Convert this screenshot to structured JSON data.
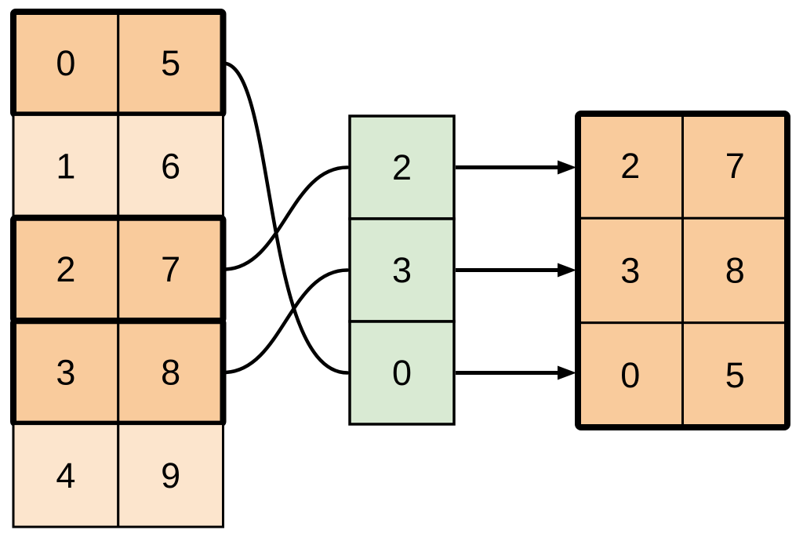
{
  "colors": {
    "highlight_fill": "#F9CB9C",
    "plain_fill": "#FCE5CD",
    "index_fill": "#D9EAD3",
    "stroke": "#000000",
    "background": "#FFFFFF"
  },
  "source_table": {
    "rows": [
      {
        "cells": [
          "0",
          "5"
        ],
        "highlighted": true
      },
      {
        "cells": [
          "1",
          "6"
        ],
        "highlighted": false
      },
      {
        "cells": [
          "2",
          "7"
        ],
        "highlighted": true
      },
      {
        "cells": [
          "3",
          "8"
        ],
        "highlighted": true
      },
      {
        "cells": [
          "4",
          "9"
        ],
        "highlighted": false
      }
    ]
  },
  "index_column": {
    "cells": [
      "2",
      "3",
      "0"
    ]
  },
  "result_table": {
    "rows": [
      {
        "cells": [
          "2",
          "7"
        ]
      },
      {
        "cells": [
          "3",
          "8"
        ]
      },
      {
        "cells": [
          "0",
          "5"
        ]
      }
    ]
  },
  "connections": {
    "curves": [
      {
        "source_row": 0,
        "index_cell": 2
      },
      {
        "source_row": 2,
        "index_cell": 0
      },
      {
        "source_row": 3,
        "index_cell": 1
      }
    ],
    "arrows": [
      {
        "index_cell": 0,
        "result_row": 0
      },
      {
        "index_cell": 1,
        "result_row": 1
      },
      {
        "index_cell": 2,
        "result_row": 2
      }
    ]
  }
}
